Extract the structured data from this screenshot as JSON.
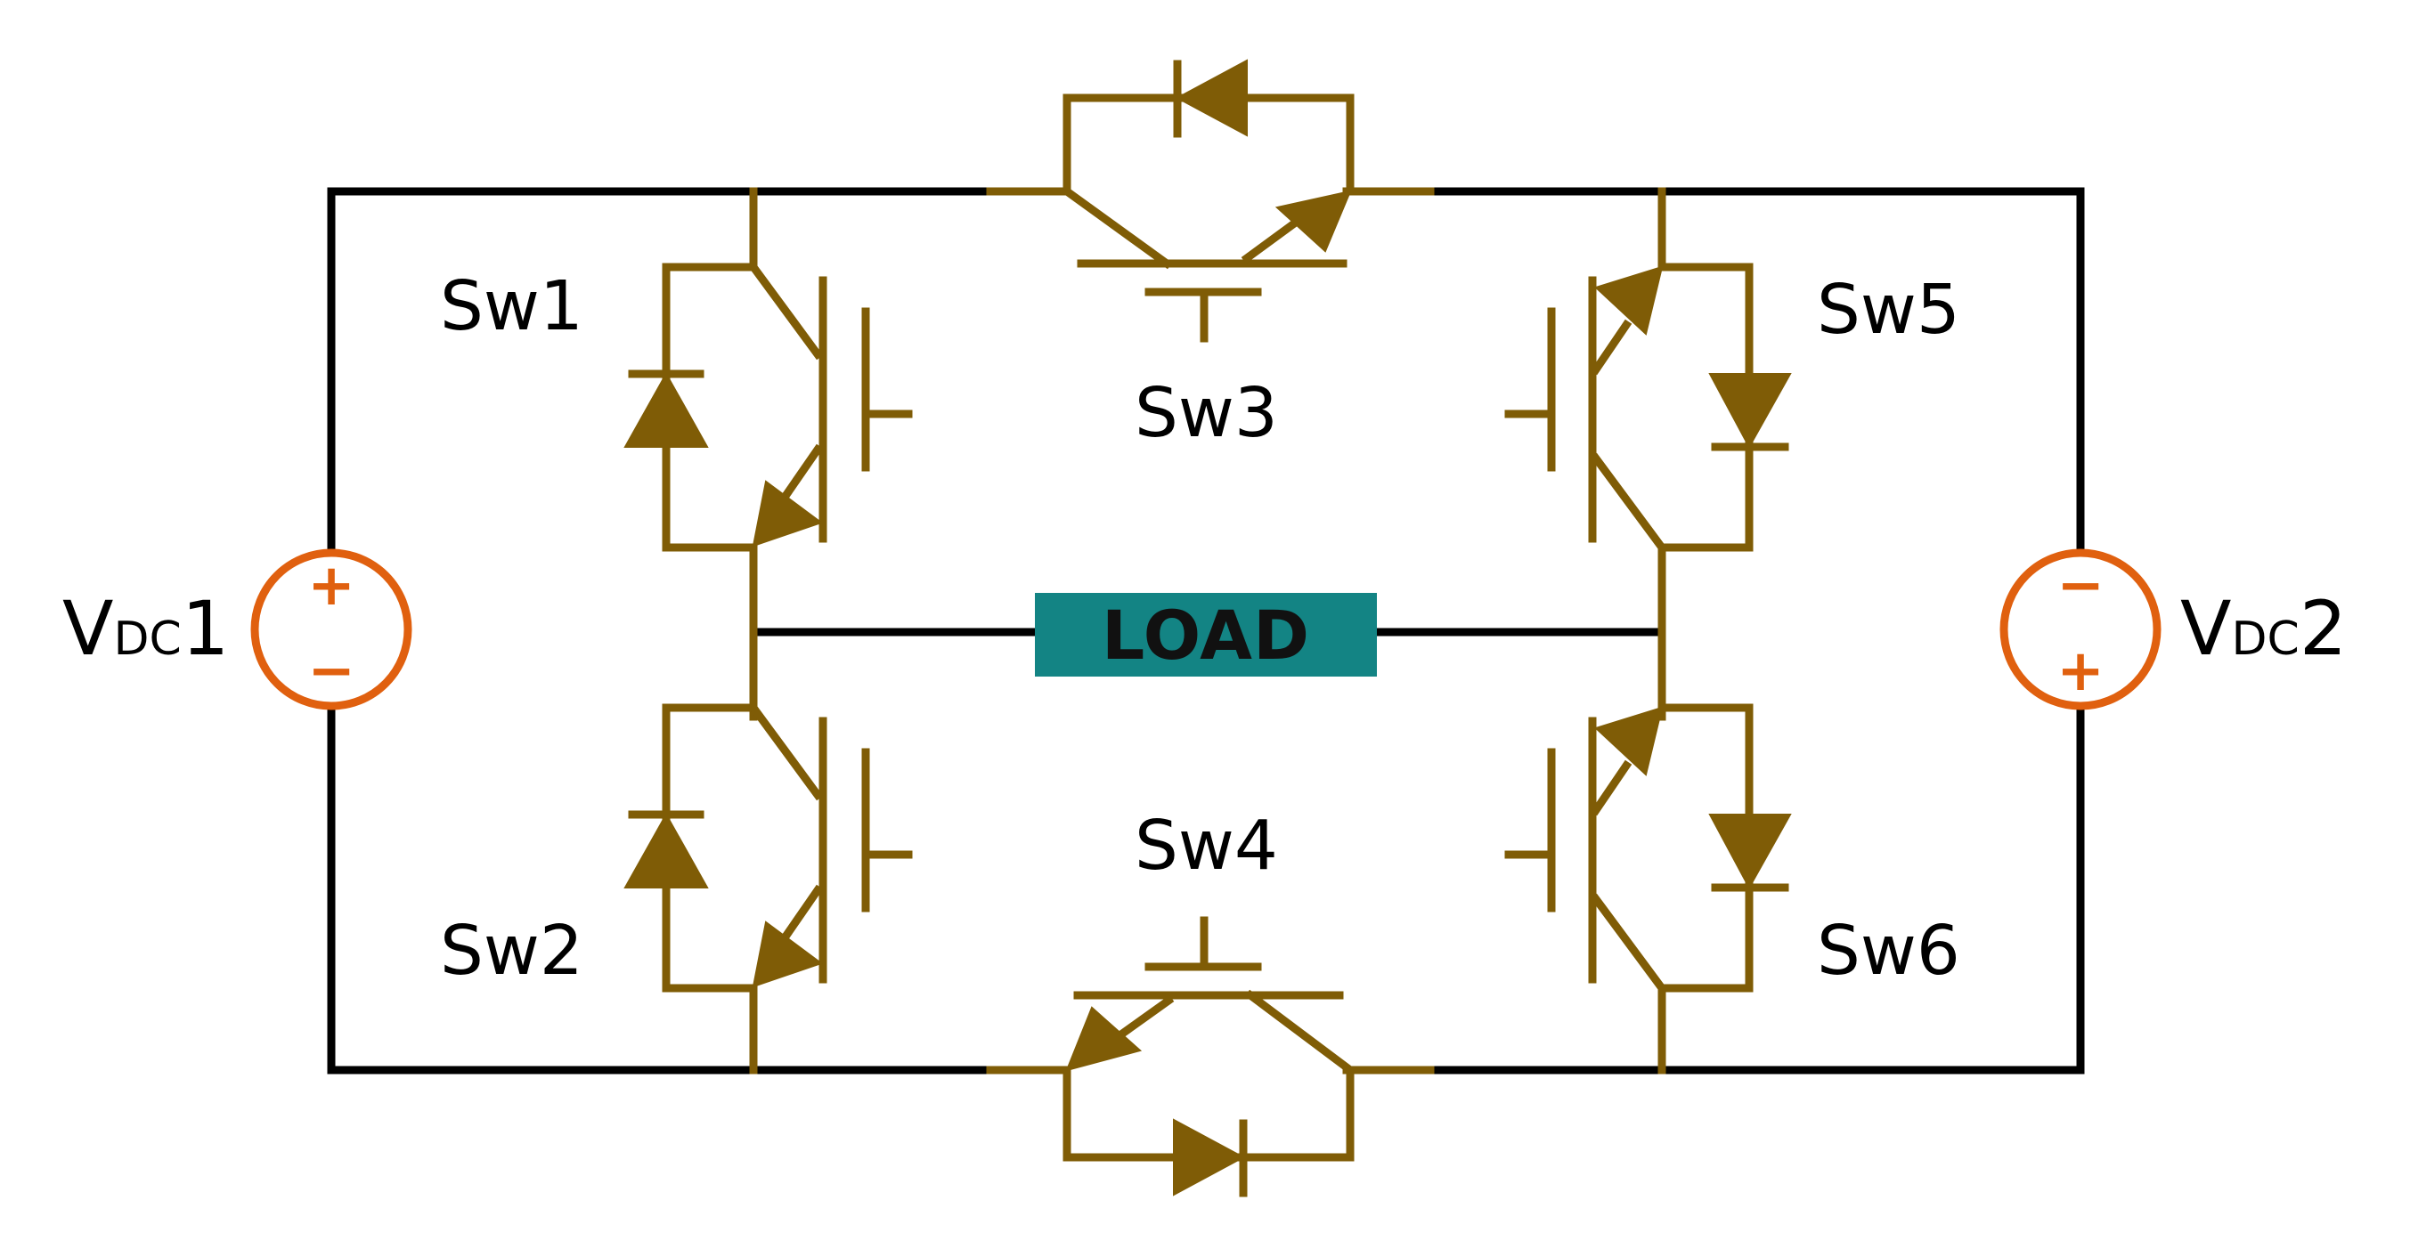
{
  "colors": {
    "wire": "#000000",
    "switch": "#7f5c06",
    "source": "#e0600f",
    "load_fill": "#138484"
  },
  "labels": {
    "sw1": "Sw1",
    "sw2": "Sw2",
    "sw3": "Sw3",
    "sw4": "Sw4",
    "sw5": "Sw5",
    "sw6": "Sw6",
    "load": "LOAD"
  },
  "sources": {
    "vdc1": {
      "main": "V",
      "sub": "DC",
      "num": "1",
      "top_sign": "+",
      "bottom_sign": "−"
    },
    "vdc2": {
      "main": "V",
      "sub": "DC",
      "num": "2",
      "top_sign": "−",
      "bottom_sign": "+"
    }
  }
}
